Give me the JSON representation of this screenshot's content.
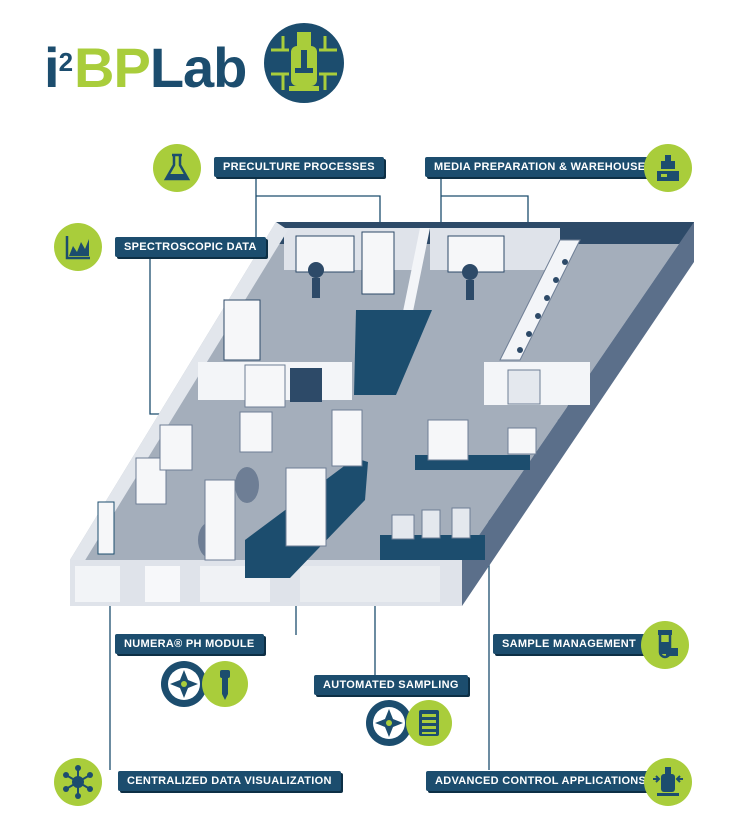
{
  "logo": {
    "i": "i",
    "sup": "2",
    "bp": "BP",
    "lab": "Lab"
  },
  "labels": {
    "preculture": "PRECULTURE PROCESSES",
    "media": "MEDIA PREPARATION & WAREHOUSE",
    "spectroscopic": "SPECTROSCOPIC DATA",
    "numera": "NUMERA® PH MODULE",
    "sampling": "AUTOMATED SAMPLING",
    "sample_mgmt": "SAMPLE MANAGEMENT",
    "centralized": "CENTRALIZED DATA VISUALIZATION",
    "advanced": "ADVANCED CONTROL APPLICATIONS"
  },
  "icons": {
    "preculture": "flask-icon",
    "media": "balance-scale-icon",
    "spectroscopic": "chart-icon",
    "numera_1": "numera-device-icon",
    "numera_2": "pipette-icon",
    "sampling_1": "numera-device-icon",
    "sampling_2": "sample-rack-icon",
    "sample_mgmt": "test-tube-icon",
    "centralized": "network-hub-icon",
    "advanced": "bioreactor-control-icon"
  },
  "colors": {
    "navy": "#1c4d6e",
    "lime": "#a9cd3b",
    "floor": "#a4aebb",
    "wall": "#dfe3ea",
    "wall_dark": "#6e7e95"
  }
}
